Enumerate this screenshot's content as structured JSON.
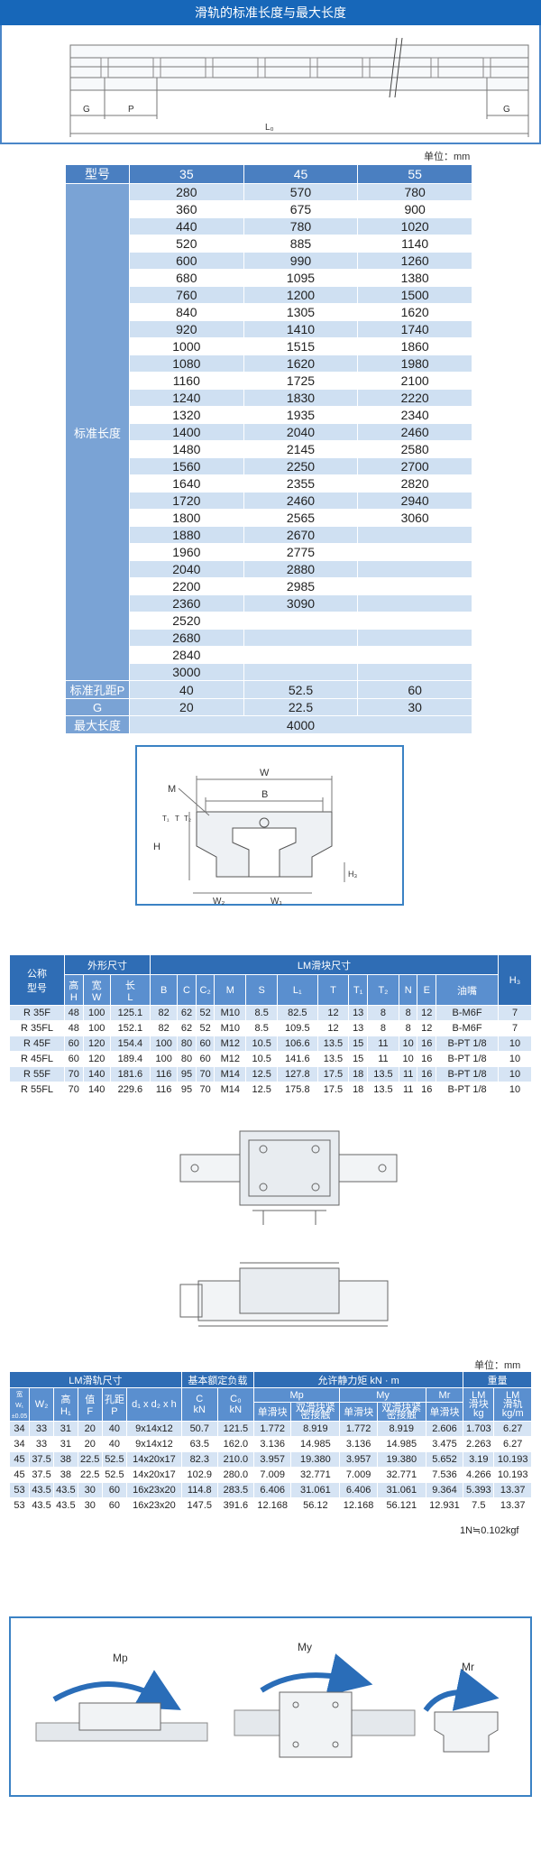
{
  "banner": {
    "title": "滑轨的标准长度与最大长度"
  },
  "rail_dims": {
    "g": "G",
    "p": "P",
    "l0": "L₀",
    "g2": "G"
  },
  "table1": {
    "unit": "单位：mm",
    "header": [
      "型号",
      "35",
      "45",
      "55"
    ],
    "side_label": "标准长度",
    "rows": [
      [
        "280",
        "570",
        "780"
      ],
      [
        "360",
        "675",
        "900"
      ],
      [
        "440",
        "780",
        "1020"
      ],
      [
        "520",
        "885",
        "1140"
      ],
      [
        "600",
        "990",
        "1260"
      ],
      [
        "680",
        "1095",
        "1380"
      ],
      [
        "760",
        "1200",
        "1500"
      ],
      [
        "840",
        "1305",
        "1620"
      ],
      [
        "920",
        "1410",
        "1740"
      ],
      [
        "1000",
        "1515",
        "1860"
      ],
      [
        "1080",
        "1620",
        "1980"
      ],
      [
        "1160",
        "1725",
        "2100"
      ],
      [
        "1240",
        "1830",
        "2220"
      ],
      [
        "1320",
        "1935",
        "2340"
      ],
      [
        "1400",
        "2040",
        "2460"
      ],
      [
        "1480",
        "2145",
        "2580"
      ],
      [
        "1560",
        "2250",
        "2700"
      ],
      [
        "1640",
        "2355",
        "2820"
      ],
      [
        "1720",
        "2460",
        "2940"
      ],
      [
        "1800",
        "2565",
        "3060"
      ],
      [
        "1880",
        "2670",
        ""
      ],
      [
        "1960",
        "2775",
        ""
      ],
      [
        "2040",
        "2880",
        ""
      ],
      [
        "2200",
        "2985",
        ""
      ],
      [
        "2360",
        "3090",
        ""
      ],
      [
        "2520",
        "",
        ""
      ],
      [
        "2680",
        "",
        ""
      ],
      [
        "2840",
        "",
        ""
      ],
      [
        "3000",
        "",
        ""
      ]
    ],
    "pitch": {
      "label": "标准孔距P",
      "values": [
        "40",
        "52.5",
        "60"
      ]
    },
    "g": {
      "label": "G",
      "values": [
        "20",
        "22.5",
        "30"
      ]
    },
    "max": {
      "label": "最大长度",
      "value": "4000"
    }
  },
  "block_diagram": {
    "w": "W",
    "b": "B",
    "m": "M",
    "t1": "T₁",
    "t": "T",
    "t2": "T₂",
    "h": "H",
    "h3": "H₃",
    "w2": "W₂",
    "w1": "W₁"
  },
  "table2": {
    "group_model": "公称\n型号",
    "group_outer": "外形尺寸",
    "group_lm": "LM滑块尺寸",
    "sub_outer": [
      "高\nH",
      "宽\nW",
      "长\nL"
    ],
    "sub_lm": [
      "B",
      "C",
      "C₂",
      "M",
      "S",
      "L₁",
      "T",
      "T₁",
      "T₂",
      "N",
      "E",
      "油嘴"
    ],
    "h3": "H₃",
    "rows": [
      [
        "R 35F",
        "48",
        "100",
        "125.1",
        "82",
        "62",
        "52",
        "M10",
        "8.5",
        "82.5",
        "12",
        "13",
        "8",
        "8",
        "12",
        "B-M6F",
        "7"
      ],
      [
        "R 35FL",
        "48",
        "100",
        "152.1",
        "82",
        "62",
        "52",
        "M10",
        "8.5",
        "109.5",
        "12",
        "13",
        "8",
        "8",
        "12",
        "B-M6F",
        "7"
      ],
      [
        "R 45F",
        "60",
        "120",
        "154.4",
        "100",
        "80",
        "60",
        "M12",
        "10.5",
        "106.6",
        "13.5",
        "15",
        "11",
        "10",
        "16",
        "B-PT 1/8",
        "10"
      ],
      [
        "R 45FL",
        "60",
        "120",
        "189.4",
        "100",
        "80",
        "60",
        "M12",
        "10.5",
        "141.6",
        "13.5",
        "15",
        "11",
        "10",
        "16",
        "B-PT 1/8",
        "10"
      ],
      [
        "R 55F",
        "70",
        "140",
        "181.6",
        "116",
        "95",
        "70",
        "M14",
        "12.5",
        "127.8",
        "17.5",
        "18",
        "13.5",
        "11",
        "16",
        "B-PT 1/8",
        "10"
      ],
      [
        "R 55FL",
        "70",
        "140",
        "229.6",
        "116",
        "95",
        "70",
        "M14",
        "12.5",
        "175.8",
        "17.5",
        "18",
        "13.5",
        "11",
        "16",
        "B-PT 1/8",
        "10"
      ]
    ]
  },
  "table3": {
    "unit": "单位：mm",
    "g_rail": "LM滑轨尺寸",
    "g_load": "基本额定负载",
    "g_moment": "允许静力矩 kN · m",
    "g_weight": "重量",
    "rail_sub": [
      "宽\nW₁\n±0.05",
      "W₂",
      "高\nH₁",
      "值\nF",
      "孔距\nP",
      "d₁ x d₂ x h"
    ],
    "load_sub": [
      "C\nkN",
      "C₀\nkN"
    ],
    "mp": "Mp",
    "my": "My",
    "mr": "Mr",
    "single": "单滑块",
    "double": "双滑块紧\n密接触",
    "lm_block": "LM\n滑块\nkg",
    "lm_rail": "LM\n滑轨\nkg/m",
    "rows": [
      [
        "34",
        "33",
        "31",
        "20",
        "40",
        "9x14x12",
        "50.7",
        "121.5",
        "1.772",
        "8.919",
        "1.772",
        "8.919",
        "2.606",
        "1.703",
        "6.27"
      ],
      [
        "34",
        "33",
        "31",
        "20",
        "40",
        "9x14x12",
        "63.5",
        "162.0",
        "3.136",
        "14.985",
        "3.136",
        "14.985",
        "3.475",
        "2.263",
        "6.27"
      ],
      [
        "45",
        "37.5",
        "38",
        "22.5",
        "52.5",
        "14x20x17",
        "82.3",
        "210.0",
        "3.957",
        "19.380",
        "3.957",
        "19.380",
        "5.652",
        "3.19",
        "10.193"
      ],
      [
        "45",
        "37.5",
        "38",
        "22.5",
        "52.5",
        "14x20x17",
        "102.9",
        "280.0",
        "7.009",
        "32.771",
        "7.009",
        "32.771",
        "7.536",
        "4.266",
        "10.193"
      ],
      [
        "53",
        "43.5",
        "43.5",
        "30",
        "60",
        "16x23x20",
        "114.8",
        "283.5",
        "6.406",
        "31.061",
        "6.406",
        "31.061",
        "9.364",
        "5.393",
        "13.37"
      ],
      [
        "53",
        "43.5",
        "43.5",
        "30",
        "60",
        "16x23x20",
        "147.5",
        "391.6",
        "12.168",
        "56.12",
        "12.168",
        "56.121",
        "12.931",
        "7.5",
        "13.37"
      ]
    ],
    "note": "1N≒0.102kgf"
  },
  "moments": {
    "mp": "Mp",
    "my": "My",
    "mr": "Mr"
  },
  "colors": {
    "primary": "#1767b9",
    "frame": "#3b82c4",
    "row_tint": "#cfe0f2"
  }
}
